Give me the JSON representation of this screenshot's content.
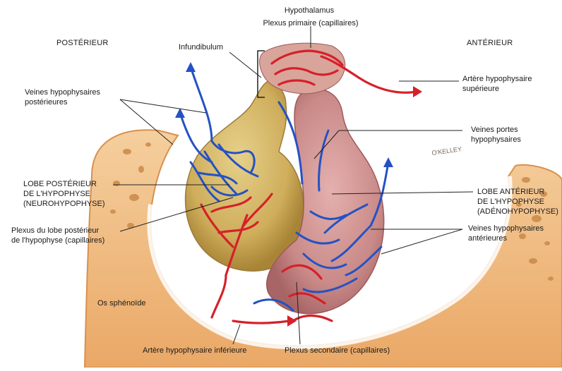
{
  "orientation": {
    "posterior": "POSTÉRIEUR",
    "anterior": "ANTÉRIEUR"
  },
  "labels": {
    "hypothalamus": "Hypothalamus",
    "plexus_primaire": "Plexus primaire (capillaires)",
    "infundibulum": "Infundibulum",
    "artere_sup_1": "Artère hypophysaire",
    "artere_sup_2": "supérieure",
    "veines_post_1": "Veines hypophysaires",
    "veines_post_2": "postérieures",
    "veines_portes_1": "Veines portes",
    "veines_portes_2": "hypophysaires",
    "lobe_post_1": "LOBE POSTÉRIEUR",
    "lobe_post_2": "DE L'HYPOPHYSE",
    "lobe_post_3": "(NEUROHYPOPHYSE)",
    "lobe_ant_1": "LOBE ANTÉRIEUR",
    "lobe_ant_2": "DE L'HYPOPHYSE",
    "lobe_ant_3": "(ADÉNOHYPOPHYSE)",
    "plexus_post_1": "Plexus du lobe postérieur",
    "plexus_post_2": "de l'hypophyse (capillaires)",
    "veines_ant_1": "Veines hypophysaires",
    "veines_ant_2": "antérieures",
    "os_sphenoide": "Os sphénoïde",
    "artere_inf": "Artère hypophysaire inférieure",
    "plexus_sec": "Plexus secondaire (capillaires)"
  },
  "signature": "O'KELLEY",
  "colors": {
    "bone": "#f2c48e",
    "bone_dark": "#d9904f",
    "posterior_lobe": "#d6b96a",
    "anterior_lobe": "#c98a88",
    "artery": "#d6202a",
    "vein": "#2452c4"
  }
}
